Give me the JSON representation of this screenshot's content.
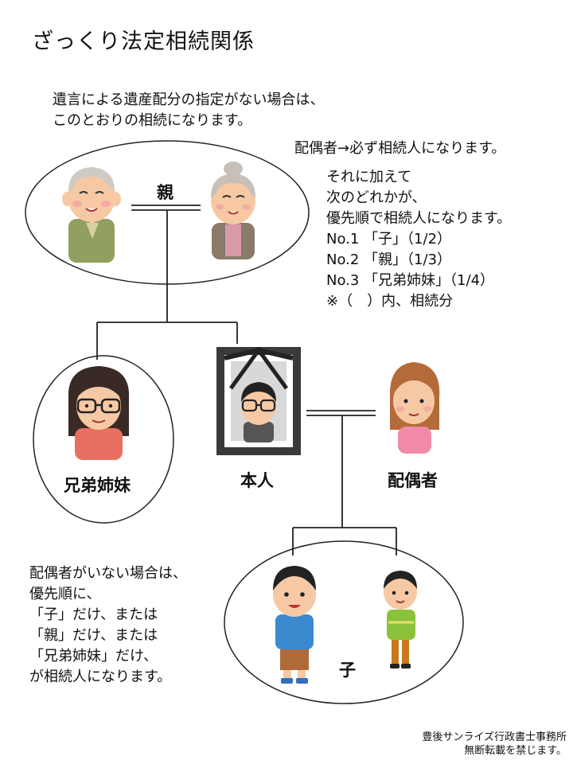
{
  "title": "ざっくり法定相続関係",
  "intro": [
    "遺言による遺産配分の指定がない場合は、",
    "このとおりの相続になります。"
  ],
  "spouse_rule": "配偶者→必ず相続人になります。",
  "order_rules": [
    "それに加えて",
    "次のどれかが、",
    "優先順で相続人になります。",
    "No.1 「子」（1/2）",
    "No.2 「親」（1/3）",
    "No.3 「兄弟姉妹」（1/4）",
    "※（　）内、相続分"
  ],
  "labels": {
    "parents": "親",
    "siblings": "兄弟姉妹",
    "self": "本人",
    "spouse": "配偶者",
    "children": "子"
  },
  "no_spouse_note": [
    "配偶者がいない場合は、",
    "優先順に、",
    "「子」だけ、または",
    "「親」だけ、または",
    "「兄弟姉妹」だけ、",
    "が相続人になります。"
  ],
  "footer": [
    "豊後サンライズ行政書士事務所",
    "無断転載を禁じます。"
  ]
}
